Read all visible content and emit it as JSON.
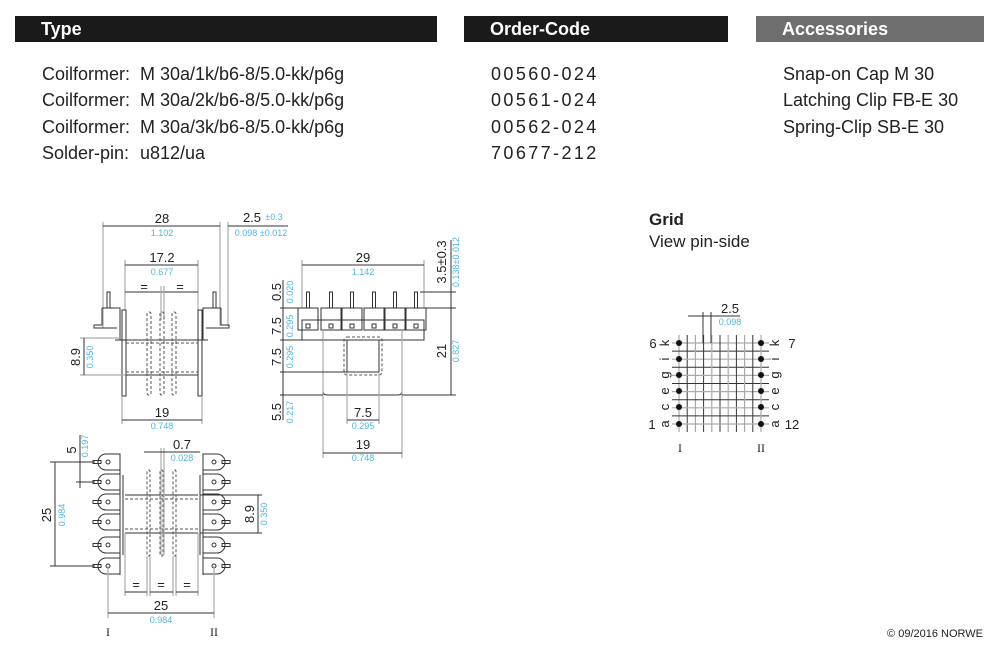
{
  "header": {
    "type": "Type",
    "order_code": "Order-Code",
    "accessories": "Accessories"
  },
  "colors": {
    "bar_dark": "#1a1a1a",
    "bar_accessories": "#6e6e6e",
    "inch_dimension": "#4db6e6"
  },
  "rows": [
    {
      "label": "Coilformer:",
      "value": "M 30a/1k/b6-8/5.0-kk/p6g",
      "code": "00560-024",
      "accessory": "Snap-on Cap M 30"
    },
    {
      "label": "Coilformer:",
      "value": "M 30a/2k/b6-8/5.0-kk/p6g",
      "code": "00561-024",
      "accessory": "Latching Clip FB-E 30"
    },
    {
      "label": "Coilformer:",
      "value": "M 30a/3k/b6-8/5.0-kk/p6g",
      "code": "00562-024",
      "accessory": "Spring-Clip SB-E 30"
    },
    {
      "label": "Solder-pin:",
      "value": "u812/ua",
      "code": "70677-212",
      "accessory": ""
    }
  ],
  "front_view": {
    "w28": "28",
    "w28_in": "1.102",
    "pin": "2.5",
    "pin_tol": "±0.3",
    "pin_in": "0.098 ±0.012",
    "w17": "17.2",
    "w17_in": "0.677",
    "eq": "=",
    "h89": "8.9",
    "h89_in": "0.350",
    "w19": "19",
    "w19_in": "0.748"
  },
  "side_view": {
    "w29": "29",
    "w29_in": "1.142",
    "pin": "3.5±0.3",
    "pin_in": "0.138±0.012",
    "h05": "0.5",
    "h05_in": "0.020",
    "h75a": "7.5",
    "h75a_in": "0.295",
    "h75b": "7.5",
    "h75b_in": "0.295",
    "h55": "5.5",
    "h55_in": "0.217",
    "h21": "21",
    "h21_in": "0.827",
    "w75": "7.5",
    "w75_in": "0.295",
    "w19": "19",
    "w19_in": "0.748"
  },
  "bottom_view": {
    "p5": "5",
    "p5_in": "0.197",
    "h25": "25",
    "h25_in": "0.984",
    "t07": "0.7",
    "t07_in": "0.028",
    "h89": "8.9",
    "h89_in": "0.350",
    "w25": "25",
    "w25_in": "0.984",
    "eq": "=",
    "row1": "I",
    "row2": "II"
  },
  "grid": {
    "title": "Grid",
    "subtitle": "View pin-side",
    "pitch": "2.5",
    "pitch_in": "0.098",
    "pin6": "6",
    "pin7": "7",
    "pin1": "1",
    "pin12": "12",
    "letters": [
      "k",
      "i",
      "g",
      "e",
      "c",
      "a"
    ],
    "row1": "I",
    "row2": "II"
  },
  "footer": {
    "copyright": "© 09/2016 NORWE"
  }
}
